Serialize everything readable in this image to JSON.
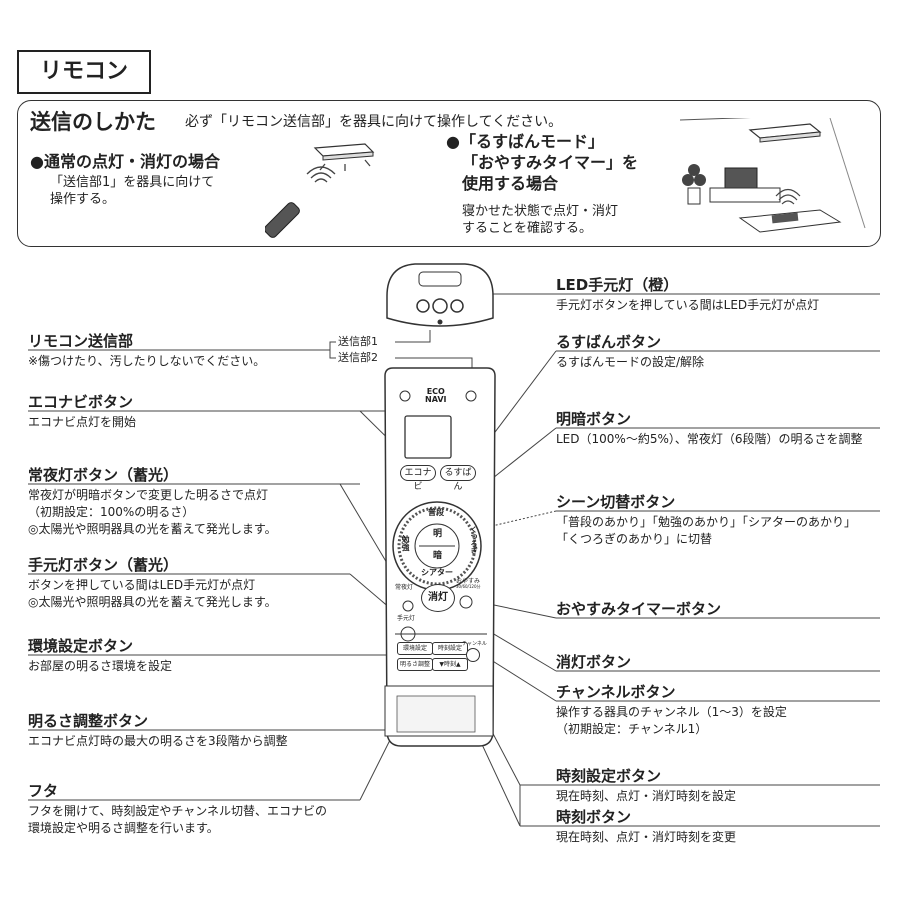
{
  "header": {
    "title": "リモコン"
  },
  "howto": {
    "heading": "送信のしかた",
    "subheading": "必ず「リモコン送信部」を器具に向けて操作してください。",
    "case1": {
      "title": "●通常の点灯・消灯の場合",
      "desc": [
        "「送信部1」を器具に向けて",
        "操作する。"
      ]
    },
    "case2": {
      "title": [
        "●「るすばんモード」",
        "「おやすみタイマー」を",
        "使用する場合"
      ],
      "desc": [
        "寝かせた状態で点灯・消灯",
        "することを確認する。"
      ]
    }
  },
  "remote": {
    "sender1": "送信部1",
    "sender2": "送信部2",
    "eco": "ECO",
    "navi": "NAVI",
    "btn_econavi": "エコナビ",
    "btn_rusuban": "るすばん",
    "dial_top": "普段",
    "dial_left": "勉強",
    "dial_right": "くつろぎ",
    "dial_bottom": "シアター",
    "dial_bright": "明",
    "dial_dark": "暗",
    "btn_off": "消灯",
    "label_joyato": "常夜灯",
    "label_temoto": "手元灯",
    "label_oyasumi": "おやすみ",
    "label_oyasumi_sub": "30/60/120分",
    "btn_kankyo": "環境設定",
    "btn_jikoku_settei": "時刻設定",
    "btn_channel": "チャンネル",
    "btn_akarusa": "明るさ調整",
    "btn_jikoku": "▼時刻▲"
  },
  "callouts_left": [
    {
      "label": "リモコン送信部",
      "desc": [
        "※傷つけたり、汚したりしないでください。"
      ]
    },
    {
      "label": "エコナビボタン",
      "desc": [
        "エコナビ点灯を開始"
      ]
    },
    {
      "label": "常夜灯ボタン（蓄光）",
      "desc": [
        "常夜灯が明暗ボタンで変更した明るさで点灯",
        "（初期設定：100%の明るさ）",
        "◎太陽光や照明器具の光を蓄えて発光します。"
      ]
    },
    {
      "label": "手元灯ボタン（蓄光）",
      "desc": [
        "ボタンを押している間はLED手元灯が点灯",
        "◎太陽光や照明器具の光を蓄えて発光します。"
      ]
    },
    {
      "label": "環境設定ボタン",
      "desc": [
        "お部屋の明るさ環境を設定"
      ]
    },
    {
      "label": "明るさ調整ボタン",
      "desc": [
        "エコナビ点灯時の最大の明るさを3段階から調整"
      ]
    },
    {
      "label": "フタ",
      "desc": [
        "フタを開けて、時刻設定やチャンネル切替、エコナビの",
        "環境設定や明るさ調整を行います。"
      ]
    }
  ],
  "callouts_right": [
    {
      "label": "LED手元灯（橙）",
      "desc": [
        "手元灯ボタンを押している間はLED手元灯が点灯"
      ]
    },
    {
      "label": "るすばんボタン",
      "desc": [
        "るすばんモードの設定/解除"
      ]
    },
    {
      "label": "明暗ボタン",
      "desc": [
        "LED（100%〜約5%）、常夜灯（6段階）の明るさを調整"
      ]
    },
    {
      "label": "シーン切替ボタン",
      "desc": [
        "「普段のあかり」「勉強のあかり」「シアターのあかり」",
        "「くつろぎのあかり」に切替"
      ]
    },
    {
      "label": "おやすみタイマーボタン",
      "desc": []
    },
    {
      "label": "消灯ボタン",
      "desc": []
    },
    {
      "label": "チャンネルボタン",
      "desc": [
        "操作する器具のチャンネル（1〜3）を設定",
        "（初期設定：チャンネル1）"
      ]
    },
    {
      "label": "時刻設定ボタン",
      "desc": [
        "現在時刻、点灯・消灯時刻を設定"
      ]
    },
    {
      "label": "時刻ボタン",
      "desc": [
        "現在時刻、点灯・消灯時刻を変更"
      ]
    }
  ]
}
